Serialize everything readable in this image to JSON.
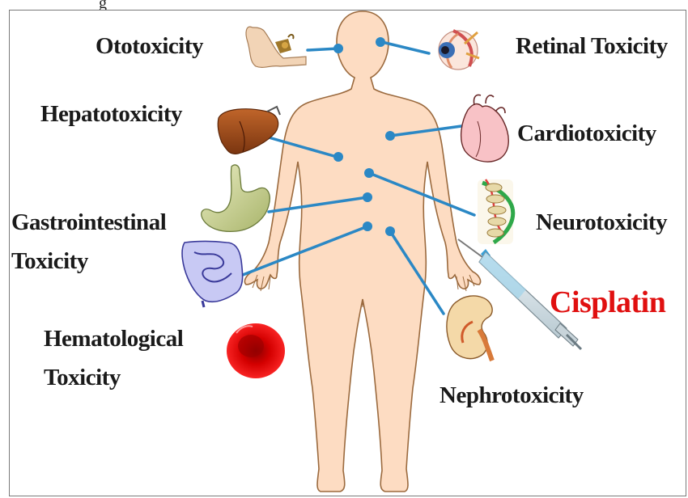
{
  "header_fragment": "g",
  "labels": {
    "ototoxicity": "Ototoxicity",
    "retinal": "Retinal Toxicity",
    "hepatotoxicity": "Hepatotoxicity",
    "cardiotoxicity": "Cardiotoxicity",
    "gastro_line1": "Gastrointestinal",
    "gastro_line2": "Toxicity",
    "neurotoxicity": "Neurotoxicity",
    "hematological_line1": "Hematological",
    "hematological_line2": "Toxicity",
    "nephrotoxicity": "Nephrotoxicity"
  },
  "drug": "Cisplatin",
  "colors": {
    "body_fill": "#fddcc2",
    "body_outline": "#9b6a3e",
    "connector": "#2b88c5",
    "drug_text": "#e01010"
  }
}
